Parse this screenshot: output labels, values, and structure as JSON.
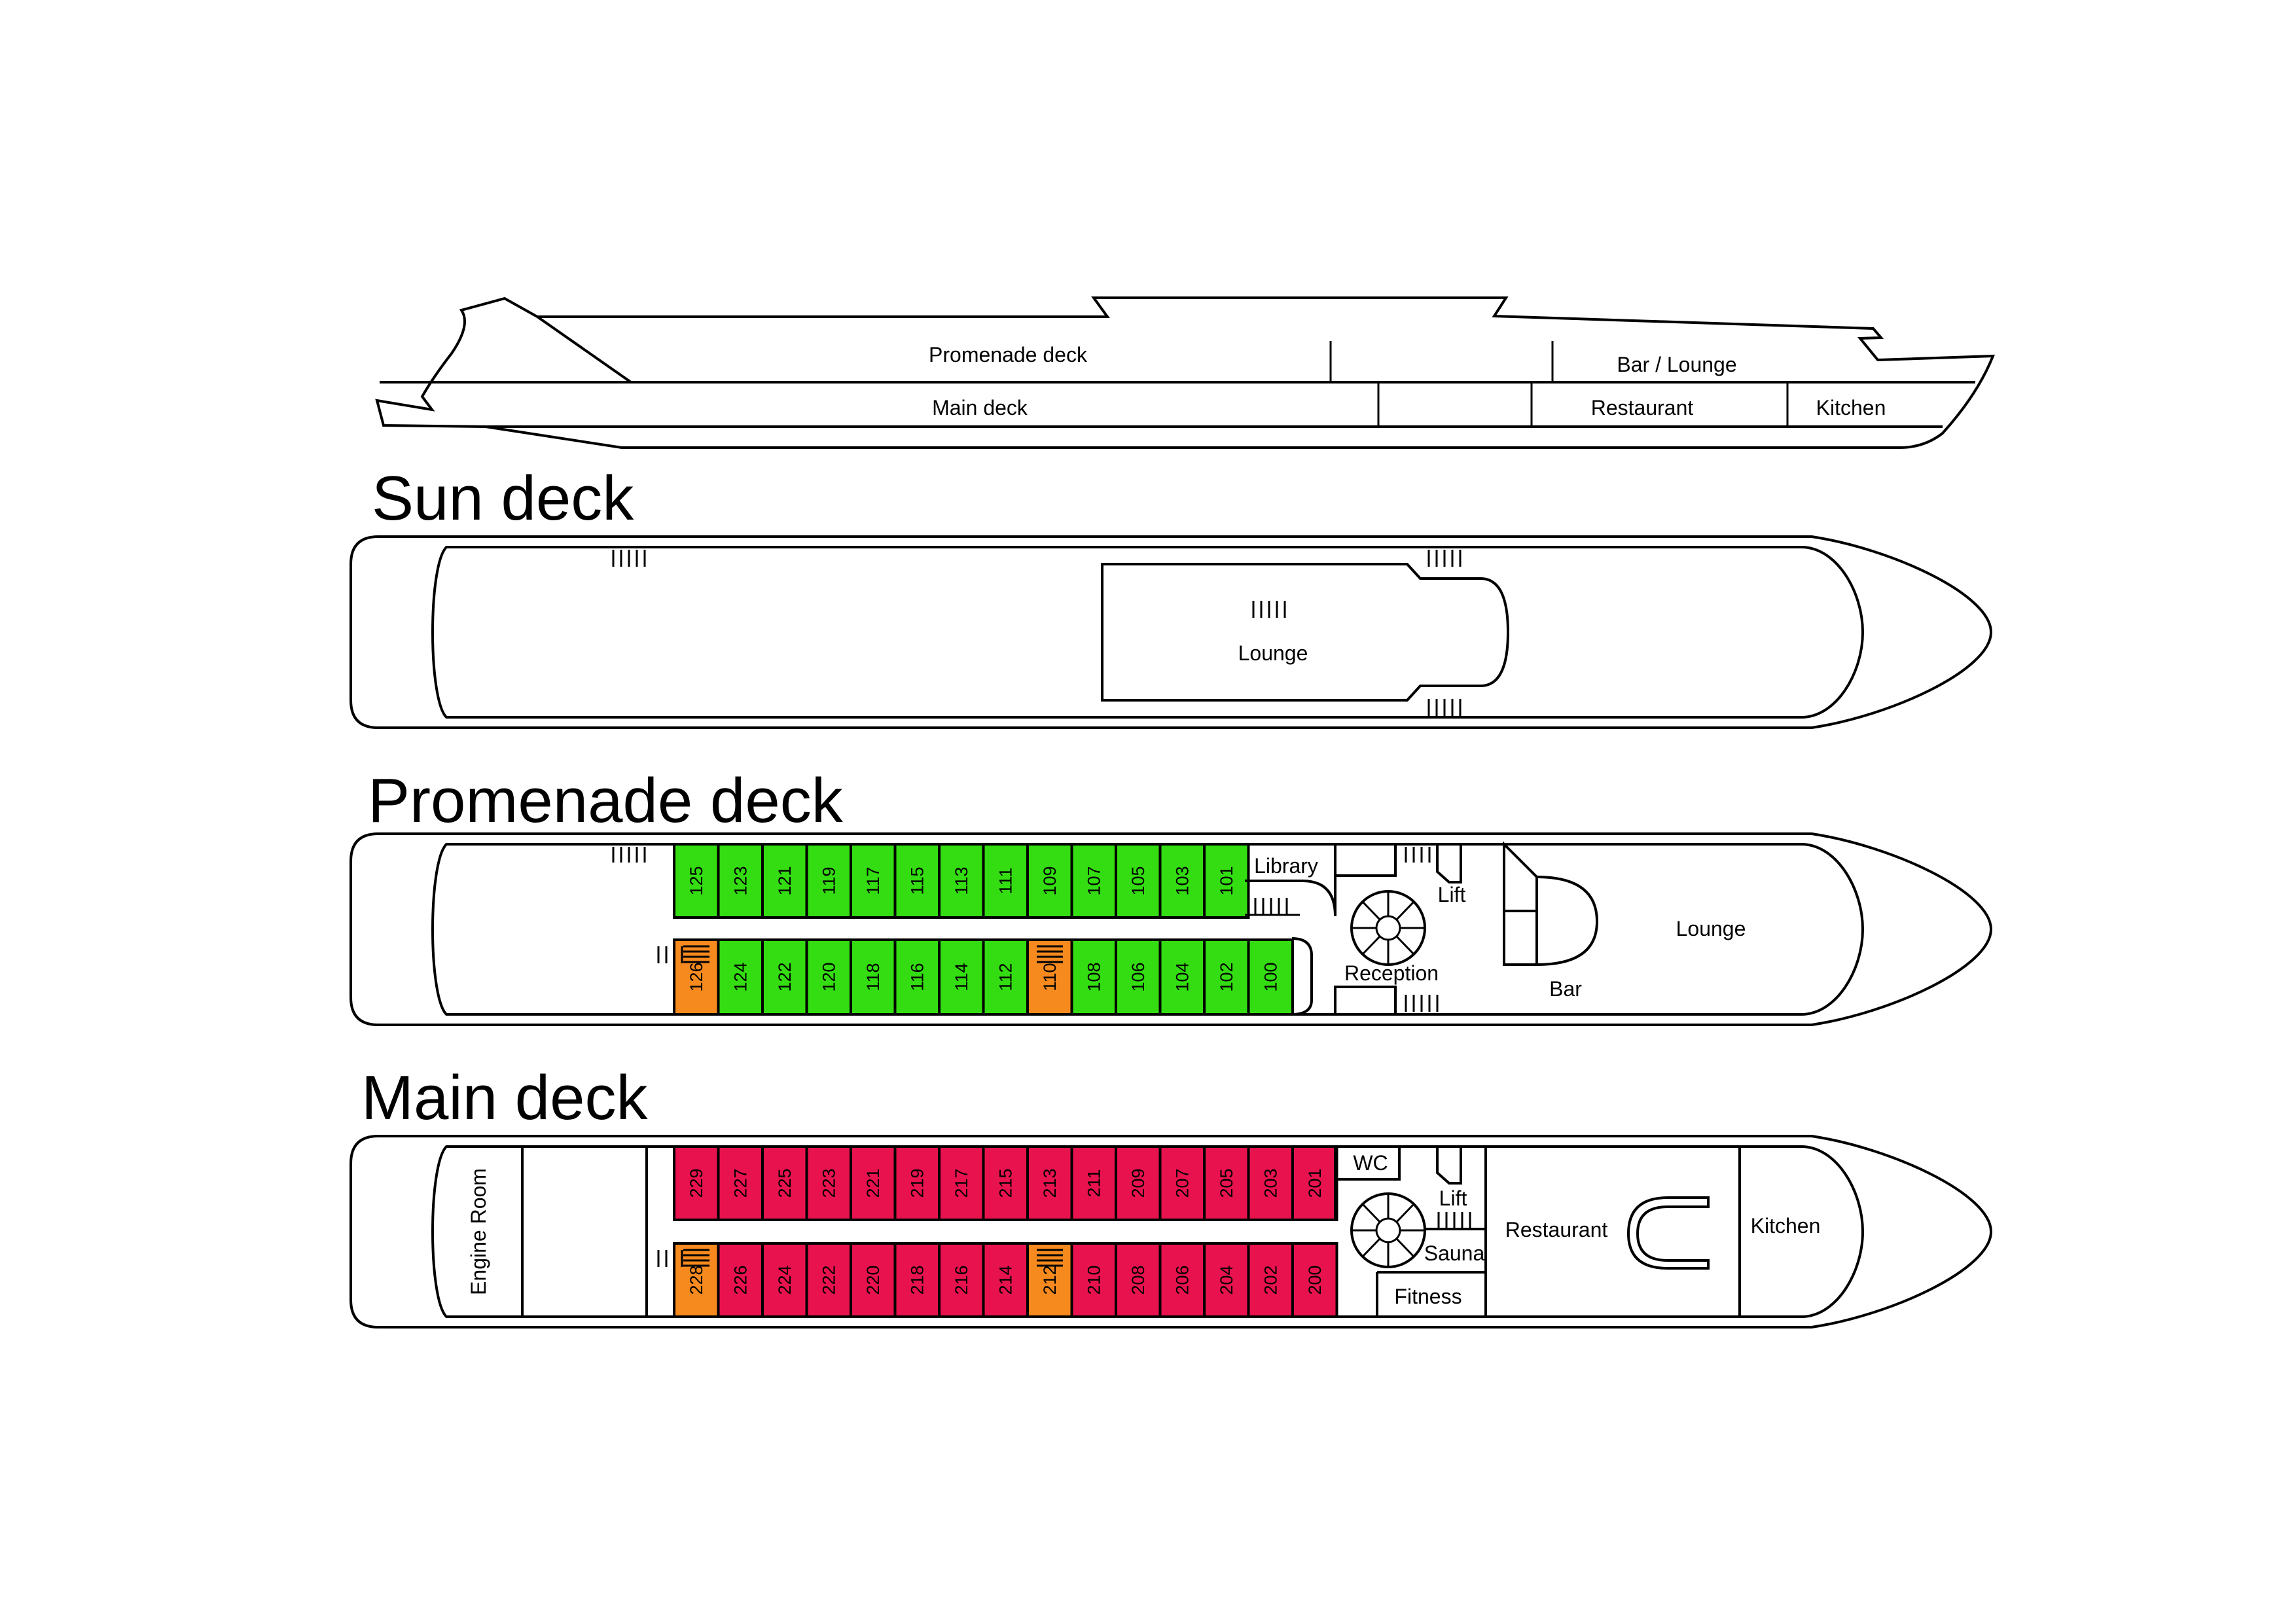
{
  "colors": {
    "standard_promenade": "#33dd11",
    "accessible": "#f68a1e",
    "standard_main": "#e8134e",
    "outline": "#000000",
    "background": "#ffffff"
  },
  "profile": {
    "promenade_deck": "Promenade deck",
    "main_deck": "Main deck",
    "bar_lounge": "Bar / Lounge",
    "restaurant": "Restaurant",
    "kitchen": "Kitchen"
  },
  "sun_deck": {
    "title": "Sun deck",
    "lounge": "Lounge"
  },
  "promenade_deck": {
    "title": "Promenade deck",
    "library": "Library",
    "lift": "Lift",
    "reception": "Reception",
    "bar": "Bar",
    "lounge": "Lounge",
    "cabins_top": [
      {
        "no": "125",
        "type": "standard"
      },
      {
        "no": "123",
        "type": "standard"
      },
      {
        "no": "121",
        "type": "standard"
      },
      {
        "no": "119",
        "type": "standard"
      },
      {
        "no": "117",
        "type": "standard"
      },
      {
        "no": "115",
        "type": "standard"
      },
      {
        "no": "113",
        "type": "standard"
      },
      {
        "no": "111",
        "type": "standard"
      },
      {
        "no": "109",
        "type": "standard"
      },
      {
        "no": "107",
        "type": "standard"
      },
      {
        "no": "105",
        "type": "standard"
      },
      {
        "no": "103",
        "type": "standard"
      },
      {
        "no": "101",
        "type": "standard"
      }
    ],
    "cabins_bottom": [
      {
        "no": "126",
        "type": "accessible"
      },
      {
        "no": "124",
        "type": "standard"
      },
      {
        "no": "122",
        "type": "standard"
      },
      {
        "no": "120",
        "type": "standard"
      },
      {
        "no": "118",
        "type": "standard"
      },
      {
        "no": "116",
        "type": "standard"
      },
      {
        "no": "114",
        "type": "standard"
      },
      {
        "no": "112",
        "type": "standard"
      },
      {
        "no": "110",
        "type": "accessible"
      },
      {
        "no": "108",
        "type": "standard"
      },
      {
        "no": "106",
        "type": "standard"
      },
      {
        "no": "104",
        "type": "standard"
      },
      {
        "no": "102",
        "type": "standard"
      },
      {
        "no": "100",
        "type": "standard"
      }
    ]
  },
  "main_deck": {
    "title": "Main deck",
    "engine_room": "Engine Room",
    "wc": "WC",
    "lift": "Lift",
    "sauna": "Sauna",
    "fitness": "Fitness",
    "restaurant": "Restaurant",
    "kitchen": "Kitchen",
    "cabins_top": [
      {
        "no": "229",
        "type": "standard"
      },
      {
        "no": "227",
        "type": "standard"
      },
      {
        "no": "225",
        "type": "standard"
      },
      {
        "no": "223",
        "type": "standard"
      },
      {
        "no": "221",
        "type": "standard"
      },
      {
        "no": "219",
        "type": "standard"
      },
      {
        "no": "217",
        "type": "standard"
      },
      {
        "no": "215",
        "type": "standard"
      },
      {
        "no": "213",
        "type": "standard"
      },
      {
        "no": "211",
        "type": "standard"
      },
      {
        "no": "209",
        "type": "standard"
      },
      {
        "no": "207",
        "type": "standard"
      },
      {
        "no": "205",
        "type": "standard"
      },
      {
        "no": "203",
        "type": "standard"
      },
      {
        "no": "201",
        "type": "standard"
      }
    ],
    "cabins_bottom": [
      {
        "no": "228",
        "type": "accessible"
      },
      {
        "no": "226",
        "type": "standard"
      },
      {
        "no": "224",
        "type": "standard"
      },
      {
        "no": "222",
        "type": "standard"
      },
      {
        "no": "220",
        "type": "standard"
      },
      {
        "no": "218",
        "type": "standard"
      },
      {
        "no": "216",
        "type": "standard"
      },
      {
        "no": "214",
        "type": "standard"
      },
      {
        "no": "212",
        "type": "accessible"
      },
      {
        "no": "210",
        "type": "standard"
      },
      {
        "no": "208",
        "type": "standard"
      },
      {
        "no": "206",
        "type": "standard"
      },
      {
        "no": "204",
        "type": "standard"
      },
      {
        "no": "202",
        "type": "standard"
      },
      {
        "no": "200",
        "type": "standard"
      }
    ]
  }
}
